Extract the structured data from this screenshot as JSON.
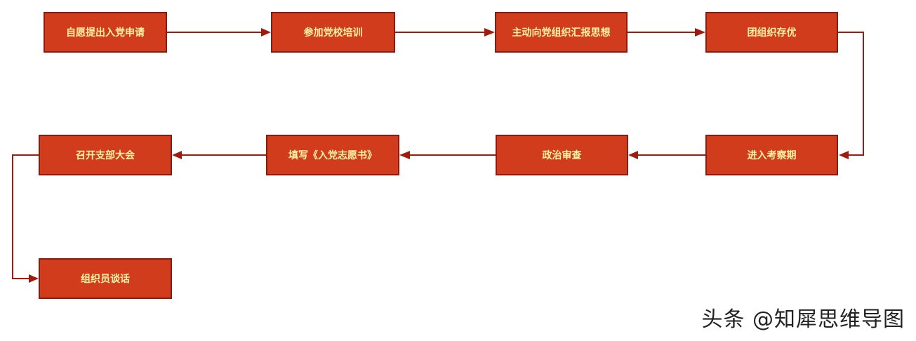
{
  "colors": {
    "node_fill": "#d13c1c",
    "node_border": "#8e1a0d",
    "node_text": "#fff3a6",
    "connector": "#a01a0d"
  },
  "nodes": [
    {
      "id": "n1",
      "label": "自愿提出入党申请"
    },
    {
      "id": "n2",
      "label": "参加党校培训"
    },
    {
      "id": "n3",
      "label": "主动向党组织汇报思想"
    },
    {
      "id": "n4",
      "label": "团组织存优"
    },
    {
      "id": "n5",
      "label": "进入考察期"
    },
    {
      "id": "n6",
      "label": "政治审查"
    },
    {
      "id": "n7",
      "label": "填写《入党志愿书》"
    },
    {
      "id": "n8",
      "label": "召开支部大会"
    },
    {
      "id": "n9",
      "label": "组织员谈话"
    }
  ],
  "edges": [
    {
      "from": "n1",
      "to": "n2"
    },
    {
      "from": "n2",
      "to": "n3"
    },
    {
      "from": "n3",
      "to": "n4"
    },
    {
      "from": "n4",
      "to": "n5"
    },
    {
      "from": "n5",
      "to": "n6"
    },
    {
      "from": "n6",
      "to": "n7"
    },
    {
      "from": "n7",
      "to": "n8"
    },
    {
      "from": "n8",
      "to": "n9"
    }
  ],
  "watermark": "头条 @知犀思维导图"
}
